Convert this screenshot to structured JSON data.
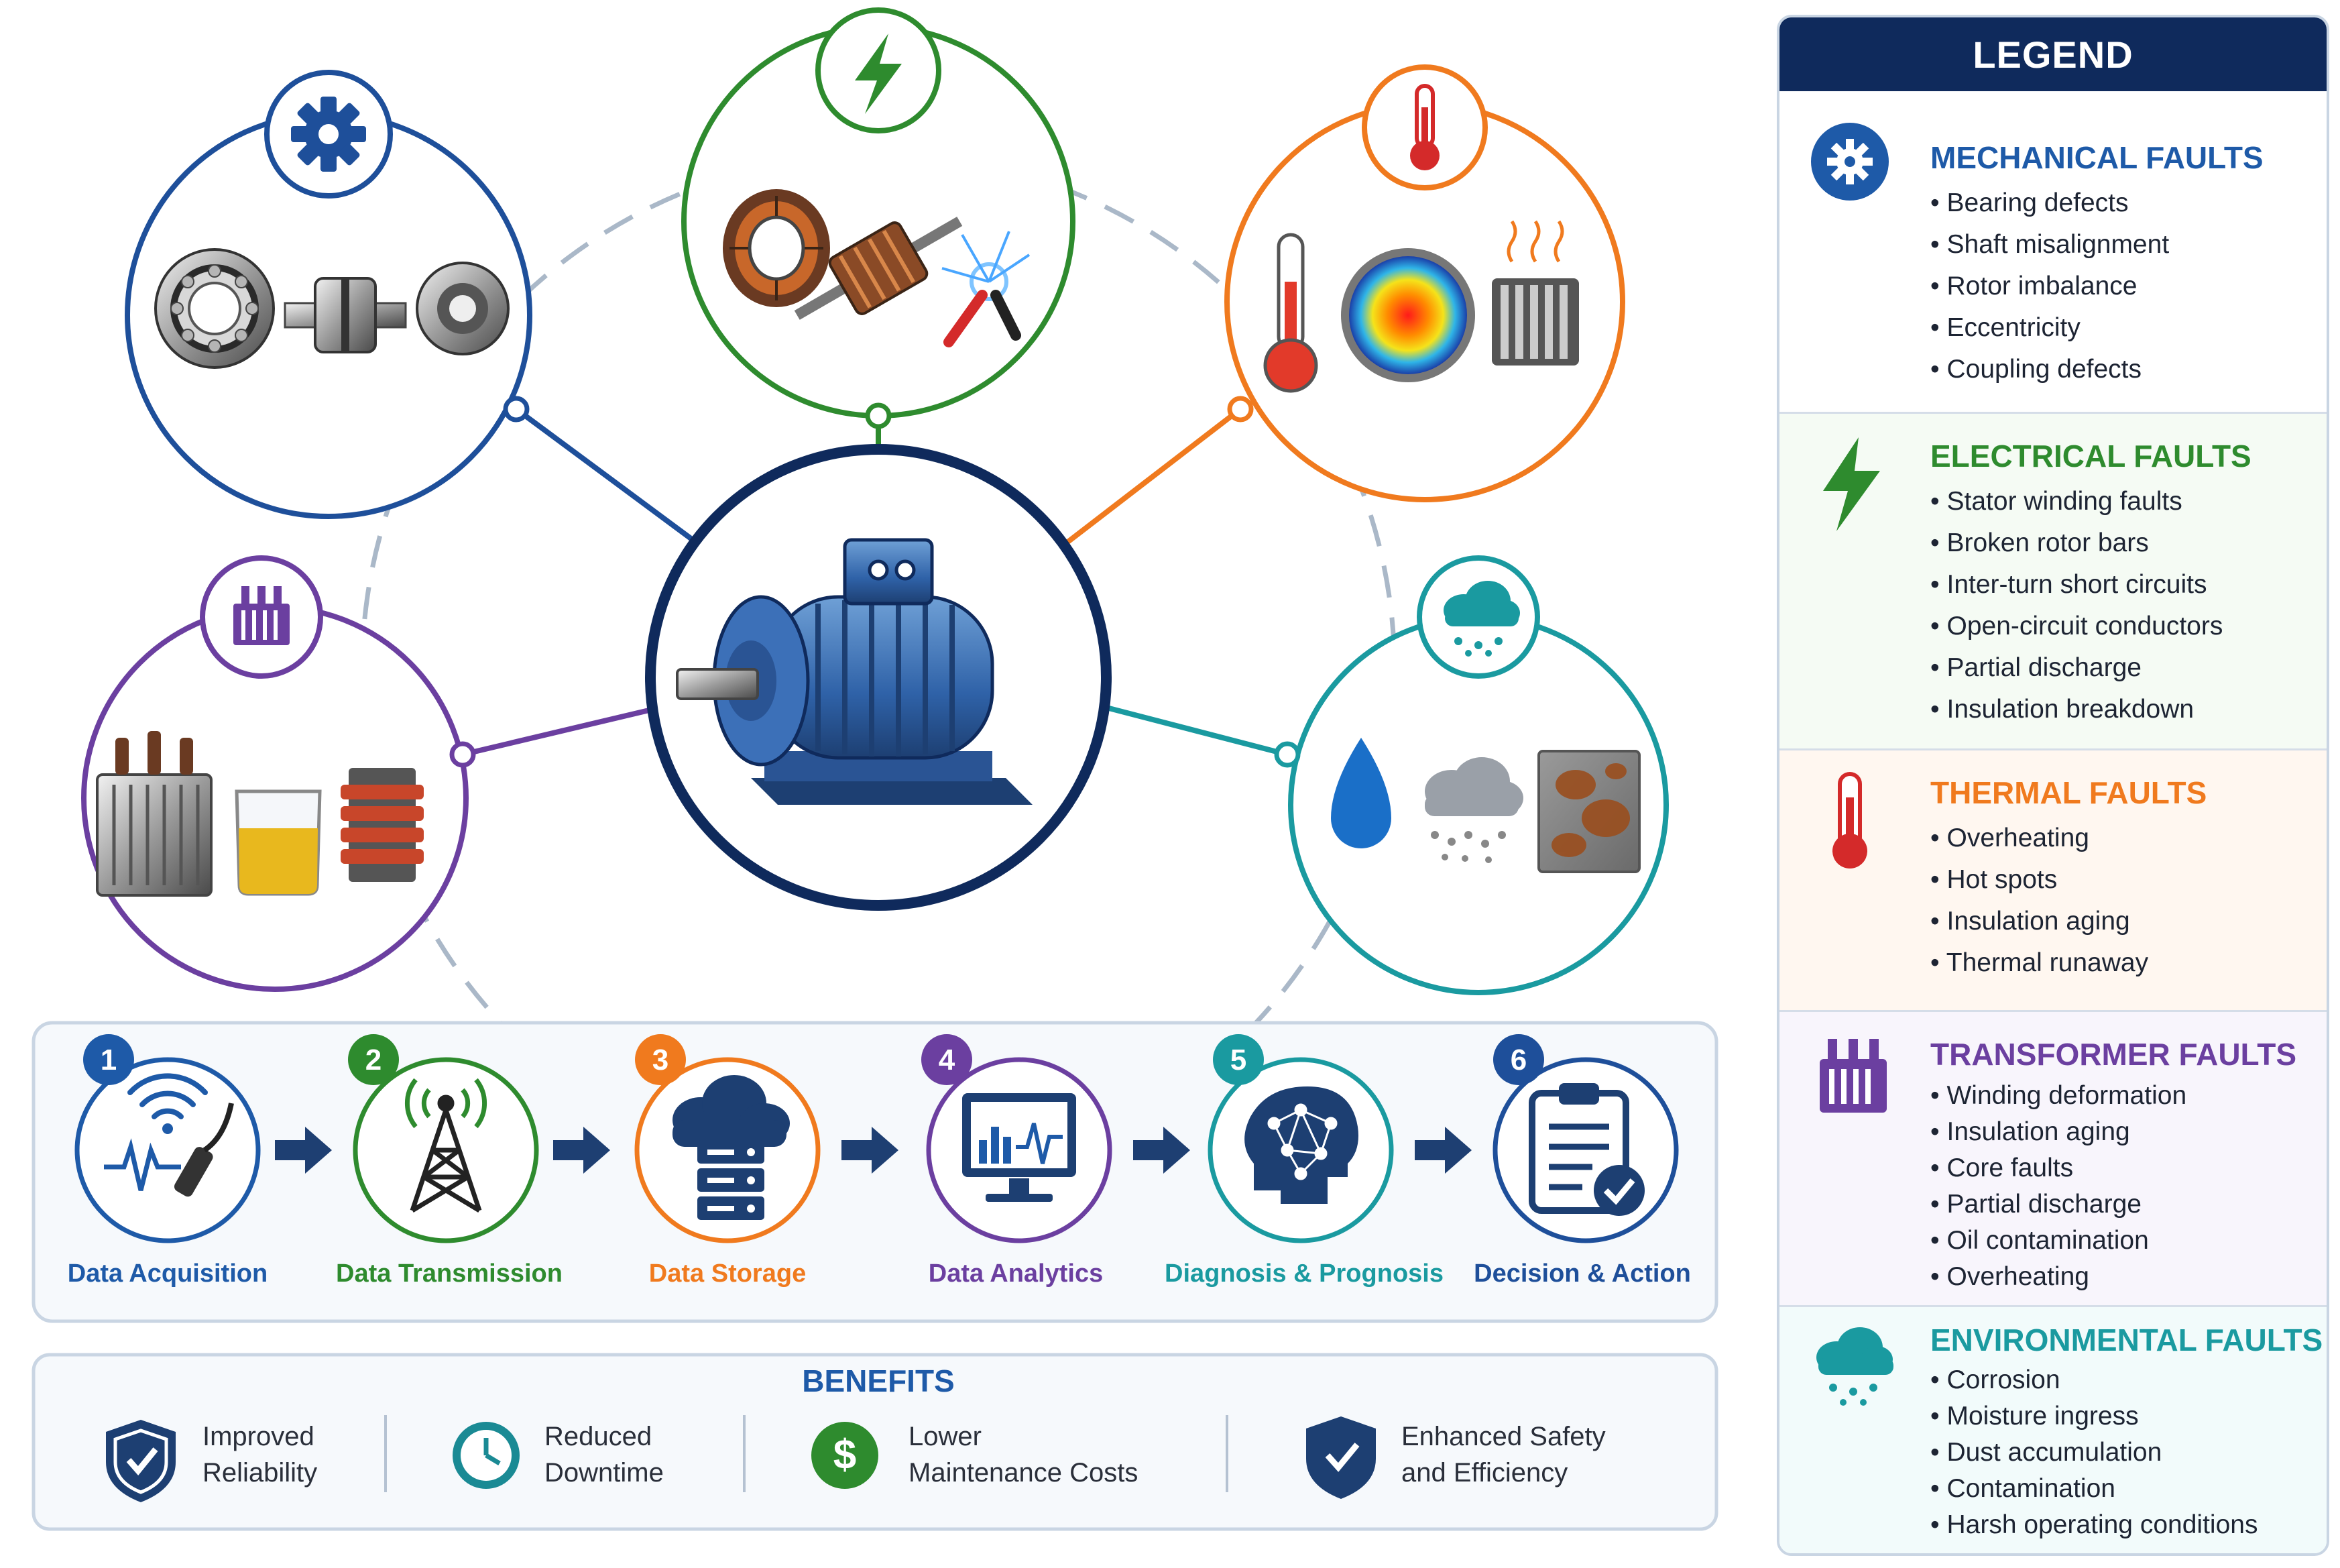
{
  "legend": {
    "title": "LEGEND",
    "sections": [
      {
        "title": "MECHANICAL FAULTS",
        "color": "#1e5aa8",
        "icon": "gear-icon",
        "items": [
          "Bearing defects",
          "Shaft misalignment",
          "Rotor imbalance",
          "Eccentricity",
          "Coupling defects"
        ]
      },
      {
        "title": "ELECTRICAL FAULTS",
        "color": "#2e8b2e",
        "icon": "lightning-icon",
        "items": [
          "Stator winding faults",
          "Broken rotor bars",
          "Inter-turn short circuits",
          "Open-circuit conductors",
          "Partial discharge",
          "Insulation breakdown"
        ]
      },
      {
        "title": "THERMAL FAULTS",
        "color": "#f07a1e",
        "icon": "thermometer-icon",
        "items": [
          "Overheating",
          "Hot spots",
          "Insulation aging",
          "Thermal runaway"
        ]
      },
      {
        "title": "TRANSFORMER FAULTS",
        "color": "#6b3fa0",
        "icon": "transformer-icon",
        "items": [
          "Winding deformation",
          "Insulation aging",
          "Core faults",
          "Partial discharge",
          "Oil contamination",
          "Overheating"
        ]
      },
      {
        "title": "ENVIRONMENTAL FAULTS",
        "color": "#1a9aa0",
        "icon": "rain-cloud-icon",
        "items": [
          "Corrosion",
          "Moisture ingress",
          "Dust accumulation",
          "Contamination",
          "Harsh operating conditions"
        ]
      }
    ]
  },
  "workflow": {
    "steps": [
      {
        "number": "1",
        "label": "Data Acquisition",
        "color": "#1e5aa8",
        "icon": "sensor-icon"
      },
      {
        "number": "2",
        "label": "Data Transmission",
        "color": "#2e8b2e",
        "icon": "antenna-tower-icon"
      },
      {
        "number": "3",
        "label": "Data Storage",
        "color": "#f07a1e",
        "icon": "cloud-server-icon"
      },
      {
        "number": "4",
        "label": "Data Analytics",
        "color": "#6b3fa0",
        "icon": "monitor-chart-icon"
      },
      {
        "number": "5",
        "label": "Diagnosis & Prognosis",
        "color": "#1a9aa0",
        "icon": "brain-network-icon"
      },
      {
        "number": "6",
        "label": "Decision & Action",
        "color": "#1e4f9a",
        "icon": "clipboard-check-icon"
      }
    ]
  },
  "benefits": {
    "title": "BENEFITS",
    "items": [
      {
        "line1": "Improved",
        "line2": "Reliability",
        "icon": "shield-check-icon"
      },
      {
        "line1": "Reduced",
        "line2": "Downtime",
        "icon": "clock-icon"
      },
      {
        "line1": "Lower",
        "line2": "Maintenance Costs",
        "icon": "dollar-icon"
      },
      {
        "line1": "Enhanced Safety",
        "line2": "and Efficiency",
        "icon": "shield-check-icon"
      }
    ]
  },
  "hub": {
    "icon": "electric-motor-icon"
  },
  "fault_nodes": [
    {
      "name": "mechanical",
      "color": "#1e4f9a",
      "icon": "gear-icon"
    },
    {
      "name": "electrical",
      "color": "#2e8b2e",
      "icon": "lightning-icon"
    },
    {
      "name": "thermal",
      "color": "#f07a1e",
      "icon": "thermometer-icon"
    },
    {
      "name": "transformer",
      "color": "#6b3fa0",
      "icon": "transformer-icon"
    },
    {
      "name": "environmental",
      "color": "#1a9aa0",
      "icon": "rain-cloud-icon"
    }
  ]
}
